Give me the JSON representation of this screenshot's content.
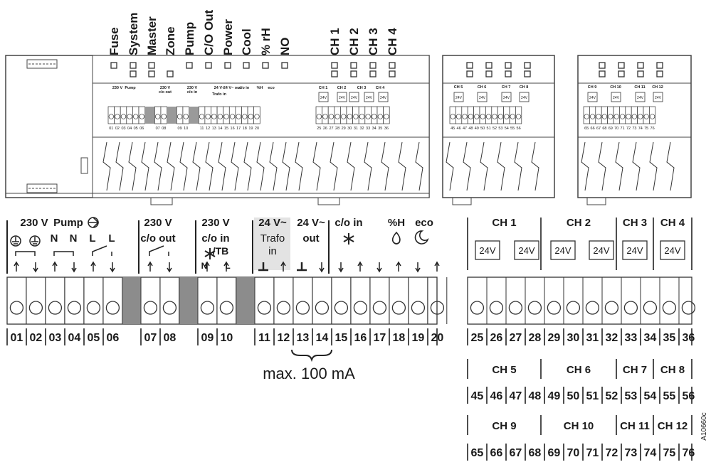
{
  "indicator_labels": [
    "Fuse",
    "System",
    "Master",
    "Zone",
    "Pump",
    "C/O Out",
    "Power",
    "Cool",
    "% rH",
    "NO",
    "CH 1",
    "CH 2",
    "CH 3",
    "CH 4"
  ],
  "ext1_indicators": 4,
  "ext2_indicators": 4,
  "device_small_terminals": [
    "01",
    "02",
    "03",
    "04",
    "05",
    "06",
    "07",
    "08",
    "09",
    "10",
    "11",
    "12",
    "13",
    "14",
    "15",
    "16",
    "17",
    "18",
    "19",
    "20",
    "25",
    "26",
    "27",
    "28",
    "29",
    "30",
    "31",
    "32",
    "33",
    "34",
    "35",
    "36"
  ],
  "device_small_labels": [
    "230 V",
    "Pump",
    "230 V",
    "c/o out",
    "230 V",
    "c/o in",
    "24 V~",
    "Trafo in",
    "24 V~ out",
    "c/o in",
    "%H",
    "eco",
    "CH 1",
    "CH 2",
    "CH 3",
    "CH 4",
    "24V"
  ],
  "ext1_terminals": [
    "45",
    "46",
    "47",
    "48",
    "49",
    "50",
    "51",
    "52",
    "53",
    "54",
    "55",
    "56"
  ],
  "ext1_labels": [
    "CH 5",
    "CH 6",
    "CH 7",
    "CH 8"
  ],
  "ext2_terminals": [
    "65",
    "66",
    "67",
    "68",
    "69",
    "70",
    "71",
    "72",
    "73",
    "74",
    "75",
    "76"
  ],
  "ext2_labels": [
    "CH 9",
    "CH 10",
    "CH 11",
    "CH 12"
  ],
  "main": {
    "groups": {
      "g230": "230 V",
      "pump": "Pump",
      "n1": "N",
      "n2": "N",
      "l1": "L",
      "l2": "L",
      "co_out_230": "230 V",
      "co_out": "c/o out",
      "co_in_230": "230 V",
      "co_in": "c/o in",
      "tb": "/TB",
      "n": "N",
      "l": "L",
      "trafo_v": "24 V~",
      "trafo": "Trafo",
      "trafo_in": "in",
      "out_v": "24 V~",
      "out": "out",
      "co_in2": "c/o in",
      "rh": "%H",
      "eco": "eco"
    },
    "terminals": [
      "01",
      "02",
      "03",
      "04",
      "05",
      "06",
      "07",
      "08",
      "09",
      "10",
      "11",
      "12",
      "13",
      "14",
      "15",
      "16",
      "17",
      "18",
      "19",
      "20"
    ],
    "current_note": "max. 100 mA"
  },
  "channels": {
    "row1": {
      "labels": [
        "CH 1",
        "CH 2",
        "CH 3",
        "CH 4"
      ],
      "actuator": "24V",
      "terminals": [
        "25",
        "26",
        "27",
        "28",
        "29",
        "30",
        "31",
        "32",
        "33",
        "34",
        "35",
        "36"
      ]
    },
    "row2": {
      "labels": [
        "CH 5",
        "CH 6",
        "CH 7",
        "CH 8"
      ],
      "terminals": [
        "45",
        "46",
        "47",
        "48",
        "49",
        "50",
        "51",
        "52",
        "53",
        "54",
        "55",
        "56"
      ]
    },
    "row3": {
      "labels": [
        "CH 9",
        "CH 10",
        "CH 11",
        "CH 12"
      ],
      "terminals": [
        "65",
        "66",
        "67",
        "68",
        "69",
        "70",
        "71",
        "72",
        "73",
        "74",
        "75",
        "76"
      ]
    }
  },
  "figure_id": "A10660c"
}
